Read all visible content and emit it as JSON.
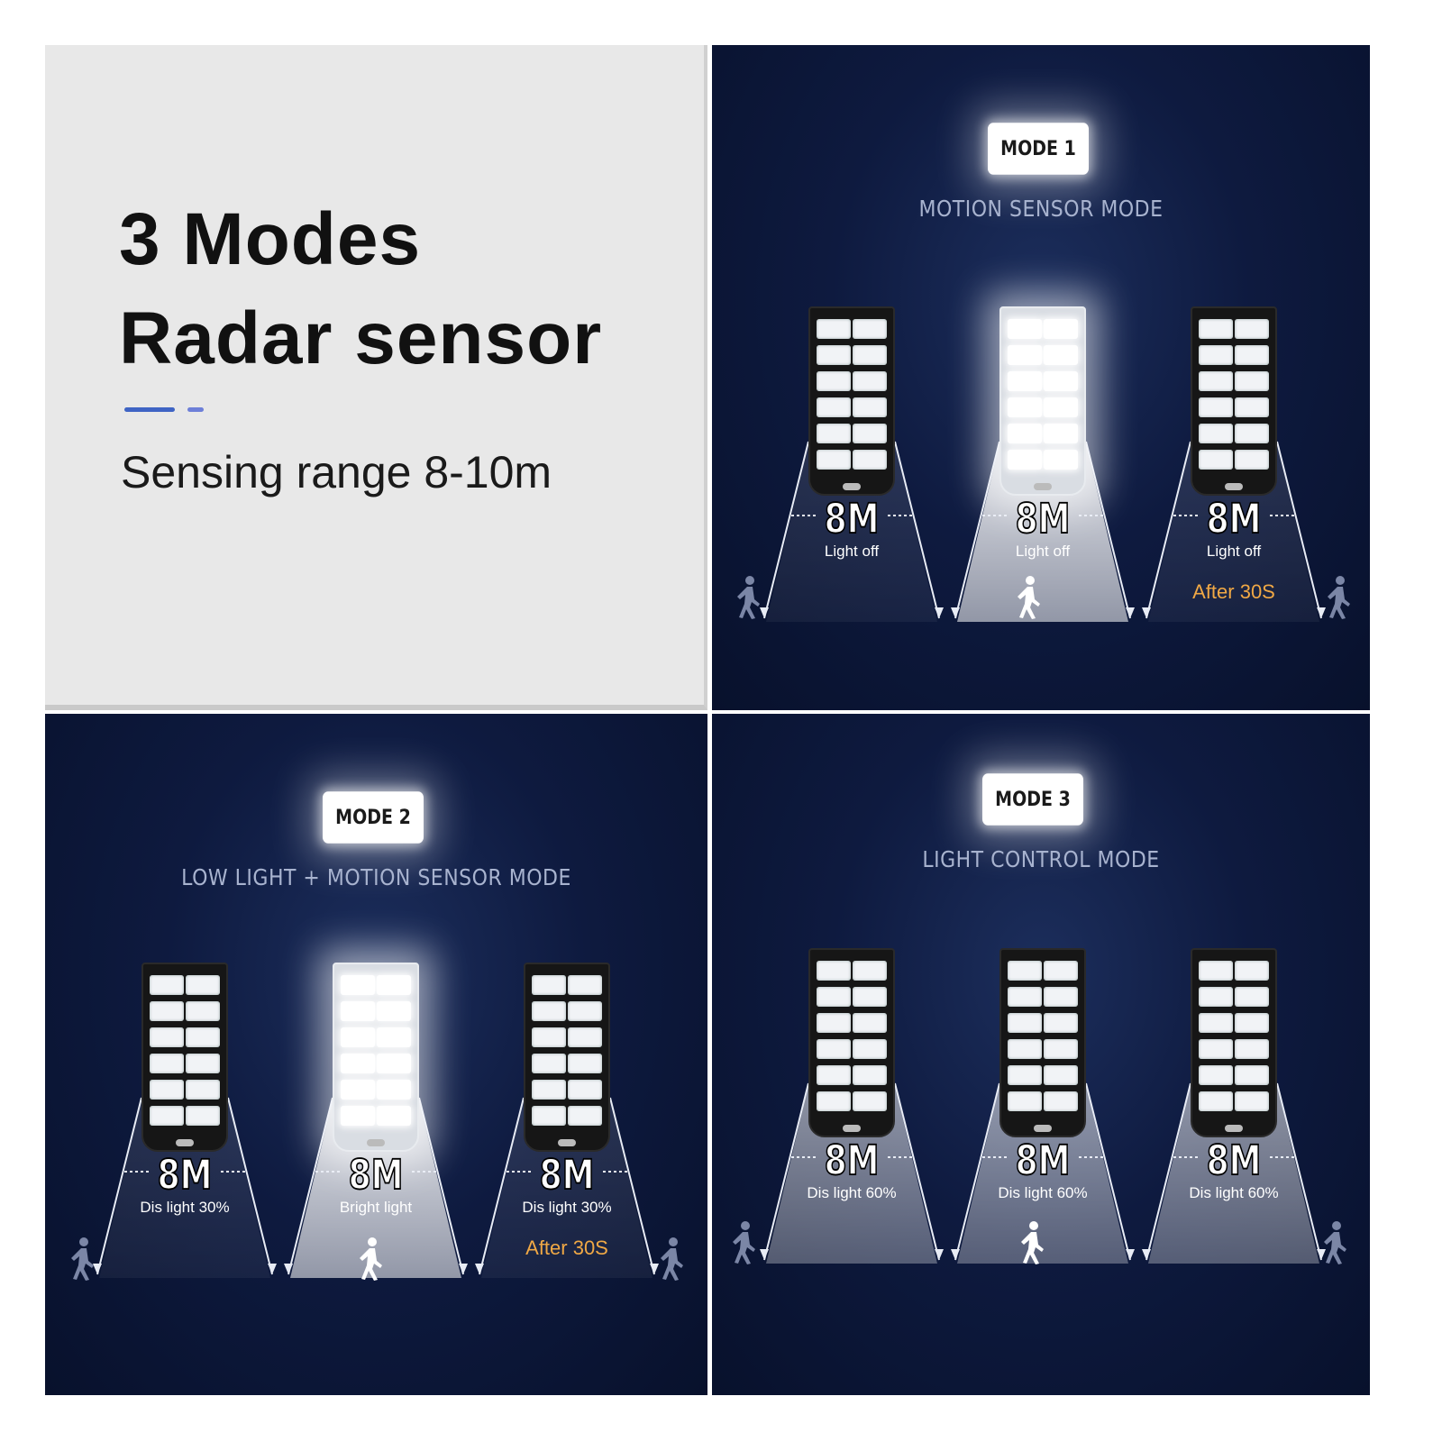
{
  "intro": {
    "line1": "3 Modes",
    "line2": "Radar sensor",
    "sensing": "Sensing range 8-10m"
  },
  "colors": {
    "panel_bg": "#0e1a3f",
    "intro_bg": "#e8e8e8",
    "accent_dash": "#3f64c4",
    "after_text": "#f0a845"
  },
  "modes": [
    {
      "badge": "MODE 1",
      "subtitle": "MOTION SENSOR MODE",
      "units": [
        {
          "distance": "8M",
          "state": "Light off",
          "after": "",
          "bright": false
        },
        {
          "distance": "8M",
          "state": "Light off",
          "after": "",
          "bright": true
        },
        {
          "distance": "8M",
          "state": "Light off",
          "after": "After 30S",
          "bright": false
        }
      ]
    },
    {
      "badge": "MODE 2",
      "subtitle": "LOW LIGHT + MOTION SENSOR MODE",
      "units": [
        {
          "distance": "8M",
          "state": "Dis light 30%",
          "after": "",
          "bright": false
        },
        {
          "distance": "8M",
          "state": "Bright light",
          "after": "",
          "bright": true
        },
        {
          "distance": "8M",
          "state": "Dis light 30%",
          "after": "After 30S",
          "bright": false
        }
      ]
    },
    {
      "badge": "MODE 3",
      "subtitle": "LIGHT CONTROL MODE",
      "units": [
        {
          "distance": "8M",
          "state": "Dis light 60%",
          "after": "",
          "bright": false
        },
        {
          "distance": "8M",
          "state": "Dis light 60%",
          "after": "",
          "bright": false
        },
        {
          "distance": "8M",
          "state": "Dis light 60%",
          "after": "",
          "bright": false
        }
      ]
    }
  ]
}
